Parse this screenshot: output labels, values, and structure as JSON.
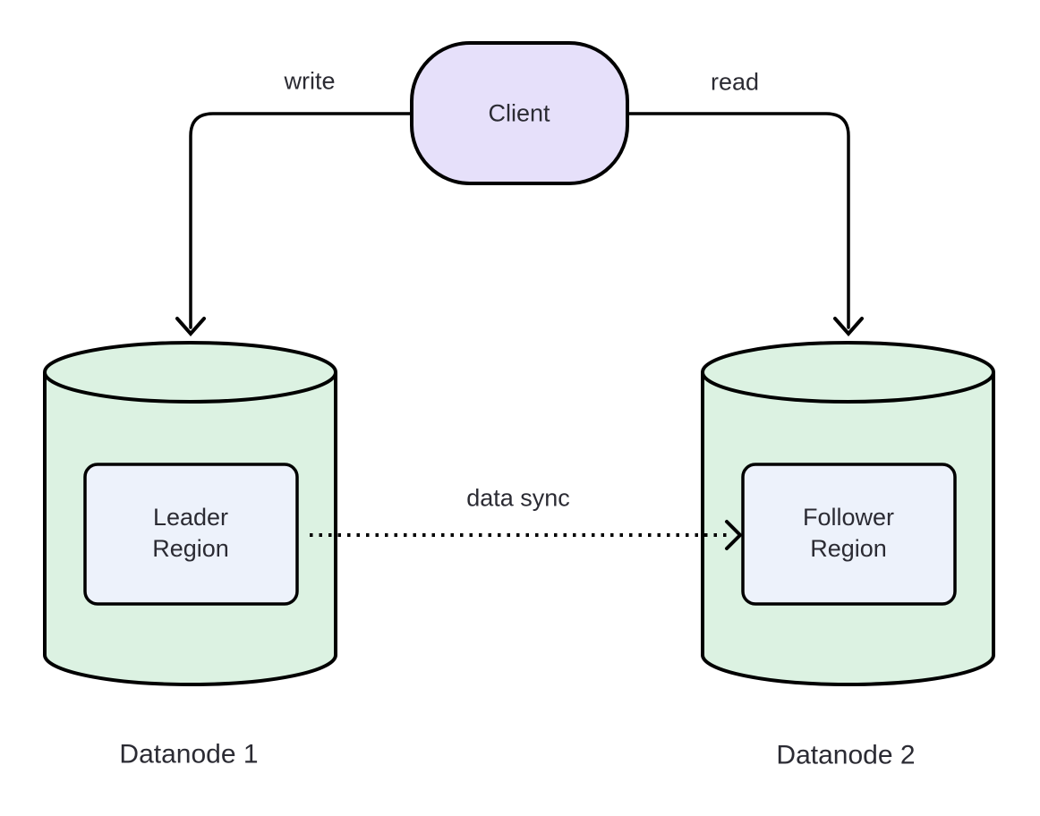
{
  "diagram": {
    "type": "architecture-flow-diagram",
    "nodes": {
      "client": {
        "label": "Client",
        "shape": "stadium",
        "fill": "#e6e0fa"
      },
      "datanode1": {
        "label": "Datanode 1",
        "shape": "cylinder",
        "fill": "#dcf2e2"
      },
      "datanode2": {
        "label": "Datanode 2",
        "shape": "cylinder",
        "fill": "#dcf2e2"
      },
      "leader_region": {
        "label": "Leader Region",
        "shape": "rounded-rect",
        "fill": "#edf2fb",
        "parent": "Datanode 1"
      },
      "follower_region": {
        "label": "Follower Region",
        "shape": "rounded-rect",
        "fill": "#edf2fb",
        "parent": "Datanode 2"
      }
    },
    "edges": {
      "write": {
        "label": "write",
        "from": "Client",
        "to": "Datanode 1",
        "style": "solid-arrow"
      },
      "read": {
        "label": "read",
        "from": "Client",
        "to": "Datanode 2",
        "style": "solid-arrow"
      },
      "data_sync": {
        "label": "data sync",
        "from": "Leader Region",
        "to": "Follower Region",
        "style": "dotted-arrow"
      }
    },
    "colors": {
      "stroke": "#000000",
      "text": "#2b2b33",
      "background": "#ffffff",
      "client_fill": "#e6e0fa",
      "cylinder_fill": "#dcf2e2",
      "region_fill": "#edf2fb"
    }
  }
}
